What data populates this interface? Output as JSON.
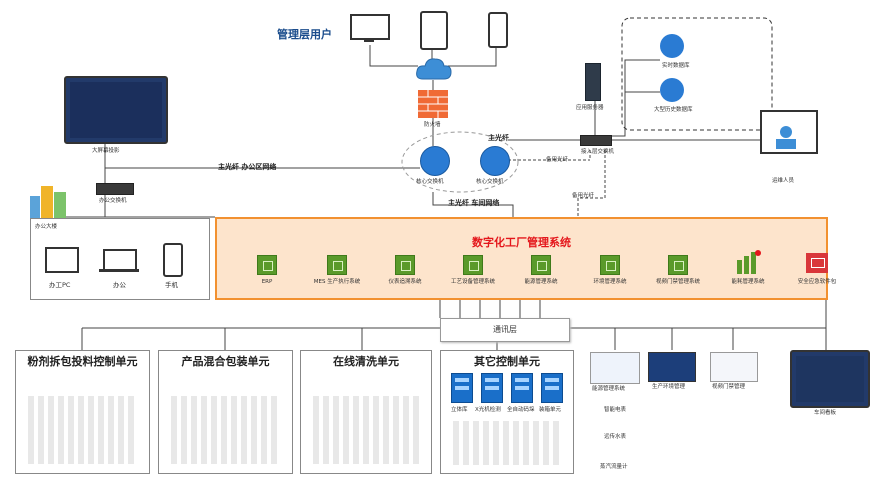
{
  "top": {
    "mgmt_users": "管理层用户",
    "firewall": "防火墙",
    "big_screen": "大屏幕投影",
    "office_switch": "办公交换机",
    "core_switch_1": "核心交换机",
    "core_switch_2": "核心交换机",
    "app_server": "应用服务器",
    "realtime_db": "实时数据库",
    "history_db": "大型历史数据库",
    "access_switch": "接入层交换机",
    "ops_staff": "运维人员",
    "main_fiber_top": "主光纤",
    "backup_fiber_1": "备用光纤",
    "main_fiber_office": "主光纤 办公区网络",
    "main_fiber_workshop": "主光纤 车间网络",
    "backup_fiber_2": "备用光纤"
  },
  "office": {
    "label": "办公大楼",
    "pc": "办工PC",
    "laptop": "办公",
    "phone": "手机"
  },
  "system": {
    "title": "数字化工厂管理系统",
    "modules": [
      "ERP",
      "MES 生产执行系统",
      "仪表追溯系统",
      "工艺设备管理系统",
      "能源管理系统",
      "环境管理系统",
      "视频门禁管理系统",
      "能耗管理系统",
      "安全应急软件包"
    ]
  },
  "comm_layer": "通讯层",
  "units": [
    "粉剂拆包投料控制单元",
    "产品混合包装单元",
    "在线清洗单元",
    "其它控制单元"
  ],
  "other_control": [
    "立体库",
    "X光机检测",
    "全自动码垛",
    "装箱单元"
  ],
  "right_systems": {
    "energy": "能源管理系统",
    "env": "生产环境管理",
    "video": "视频门禁管理",
    "energy_items": [
      "智能电表",
      "远传水表",
      "蒸汽流量计"
    ],
    "board": "车间看板"
  }
}
